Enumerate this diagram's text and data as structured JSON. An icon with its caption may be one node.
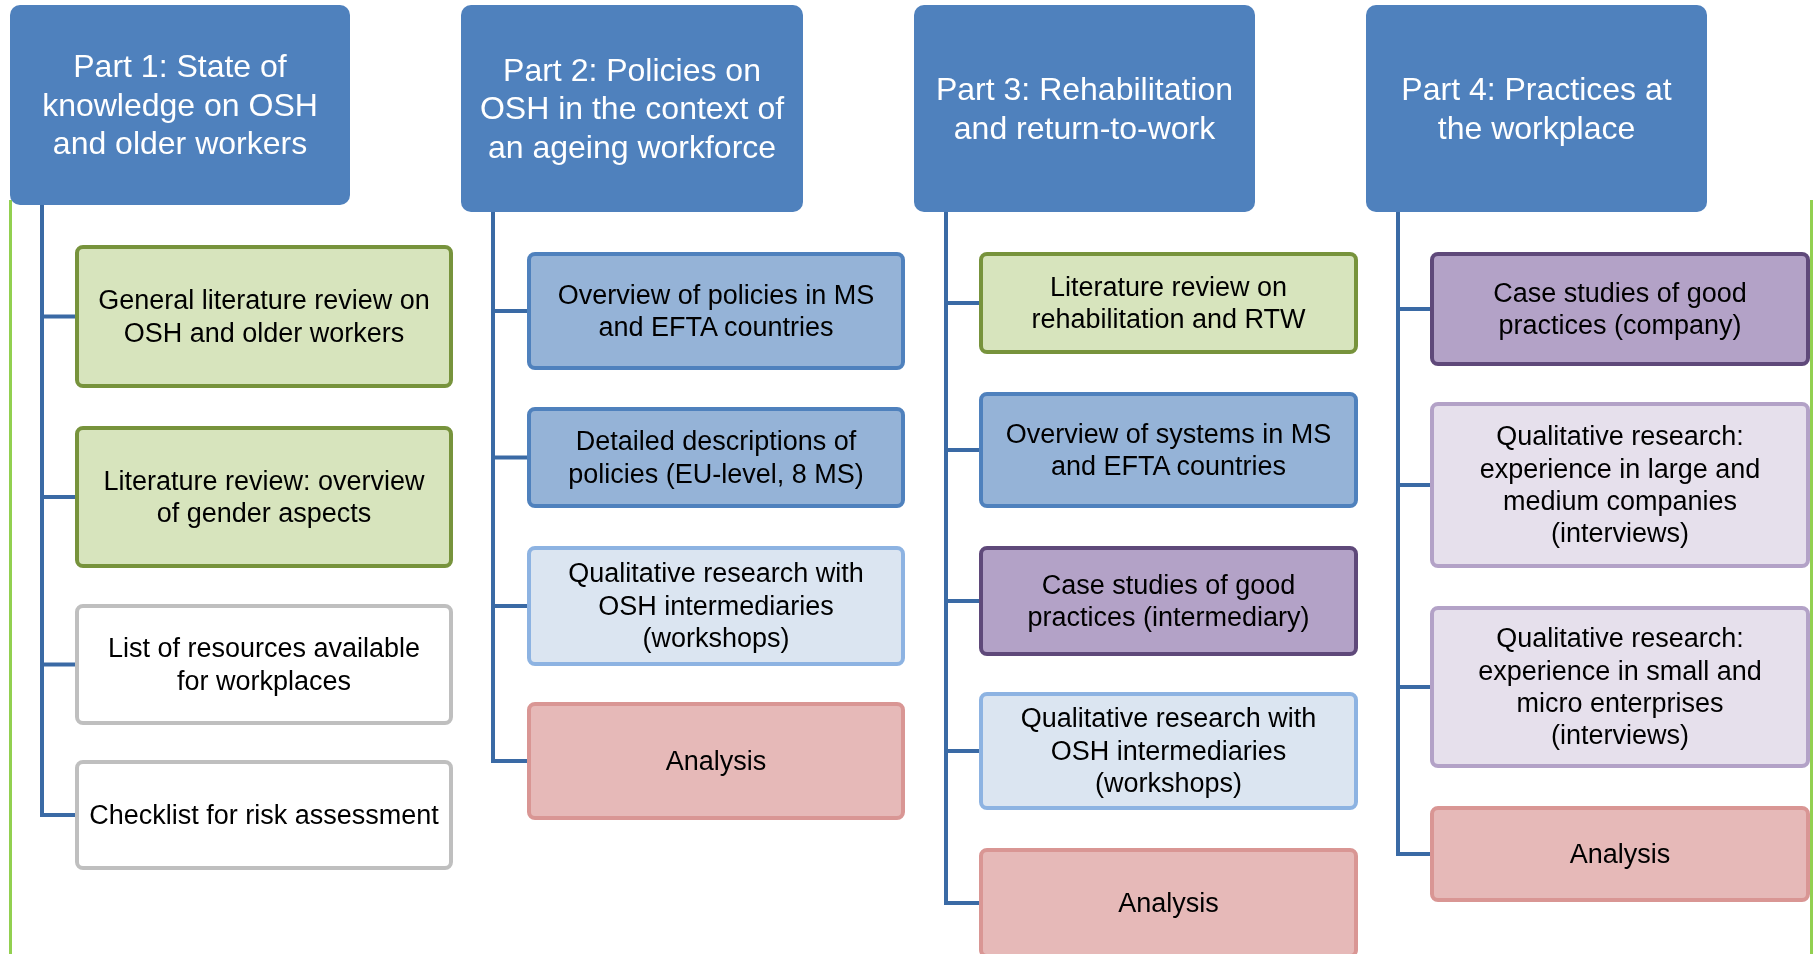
{
  "diagram": {
    "nodes": [
      {
        "text": [
          "Part 1: State of knowledge on OSH and older workers"
        ]
      },
      {
        "text": [
          "General literature review on OSH and older workers"
        ]
      },
      {
        "text": [
          "Literature review: overview of gender aspects"
        ]
      },
      {
        "text": [
          "List of resources available for workplaces"
        ]
      },
      {
        "text": [
          "Checklist for risk assessment"
        ]
      },
      {
        "text": [
          "Part 2: Policies on OSH in the context of an ageing workforce"
        ]
      },
      {
        "text": [
          "Overview of policies in MS and EFTA countries"
        ]
      },
      {
        "text": [
          "Detailed descriptions of policies (EU-level, 8 MS)"
        ]
      },
      {
        "text": [
          "Qualitative research with OSH intermediaries (workshops)"
        ]
      },
      {
        "text": [
          "Analysis"
        ]
      },
      {
        "text": [
          "Part 3: Rehabilitation and return-to-work"
        ]
      },
      {
        "text": [
          "Literature review on rehabilitation and RTW"
        ]
      },
      {
        "text": [
          "Overview of systems in MS and EFTA countries"
        ]
      },
      {
        "text": [
          "Case studies of good practices (intermediary)"
        ]
      },
      {
        "text": [
          "Qualitative research with OSH intermediaries (workshops)"
        ]
      },
      {
        "text": [
          "Analysis"
        ]
      },
      {
        "text": [
          "Part 4: Practices at the workplace"
        ]
      },
      {
        "text": [
          "Case studies of good practices (company)"
        ]
      },
      {
        "text": [
          "Qualitative research: experience in large and medium companies (interviews)"
        ]
      },
      {
        "text": [
          "Qualitative research: experience in small and micro enterprises (interviews)"
        ]
      },
      {
        "text": [
          "Analysis"
        ]
      }
    ],
    "edges": [
      {
        "from": 0,
        "to": 1,
        "arrow": "none"
      },
      {
        "from": 0,
        "to": 2,
        "arrow": "none"
      },
      {
        "from": 0,
        "to": 3,
        "arrow": "none"
      },
      {
        "from": 0,
        "to": 4,
        "arrow": "none"
      },
      {
        "from": 5,
        "to": 6,
        "arrow": "none"
      },
      {
        "from": 5,
        "to": 7,
        "arrow": "none"
      },
      {
        "from": 5,
        "to": 8,
        "arrow": "none"
      },
      {
        "from": 5,
        "to": 9,
        "arrow": "none"
      },
      {
        "from": 10,
        "to": 11,
        "arrow": "none"
      },
      {
        "from": 10,
        "to": 12,
        "arrow": "none"
      },
      {
        "from": 10,
        "to": 13,
        "arrow": "none"
      },
      {
        "from": 10,
        "to": 14,
        "arrow": "none"
      },
      {
        "from": 10,
        "to": 15,
        "arrow": "none"
      },
      {
        "from": 16,
        "to": 17,
        "arrow": "none"
      },
      {
        "from": 16,
        "to": 18,
        "arrow": "none"
      },
      {
        "from": 16,
        "to": 19,
        "arrow": "none"
      },
      {
        "from": 16,
        "to": 20,
        "arrow": "none"
      }
    ]
  }
}
